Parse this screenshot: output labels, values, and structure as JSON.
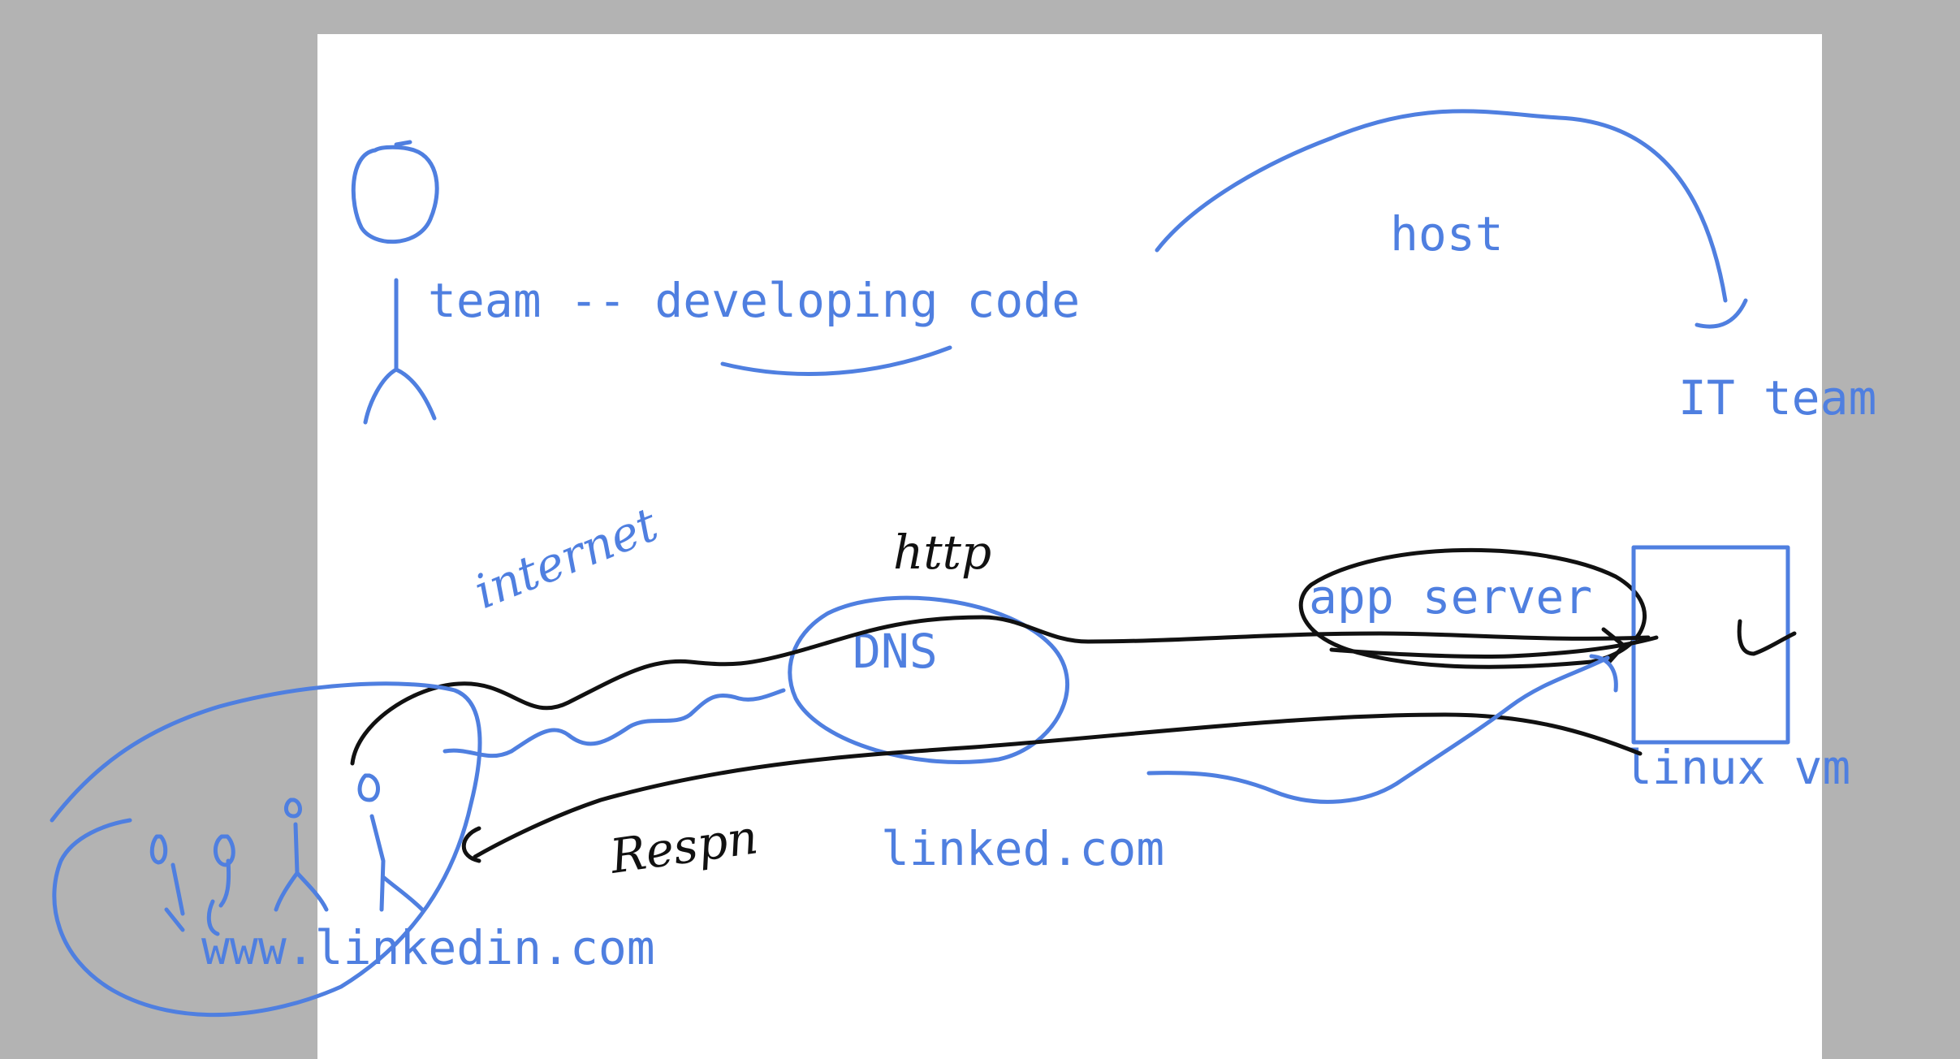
{
  "whiteboard": {
    "labels": {
      "team": "team -- developing code",
      "host": "host",
      "it_team": "IT team",
      "internet": "internet",
      "http": "http",
      "dns": "DNS",
      "app_server": "app server",
      "linux_vm": "linux vm",
      "respn": "Respn",
      "linked": "linked.com",
      "www": "www.linkedin.com"
    },
    "colors": {
      "background": "#b3b3b3",
      "page": "#ffffff",
      "blue_ink": "#4f7fe0",
      "black_ink": "#111111"
    }
  }
}
